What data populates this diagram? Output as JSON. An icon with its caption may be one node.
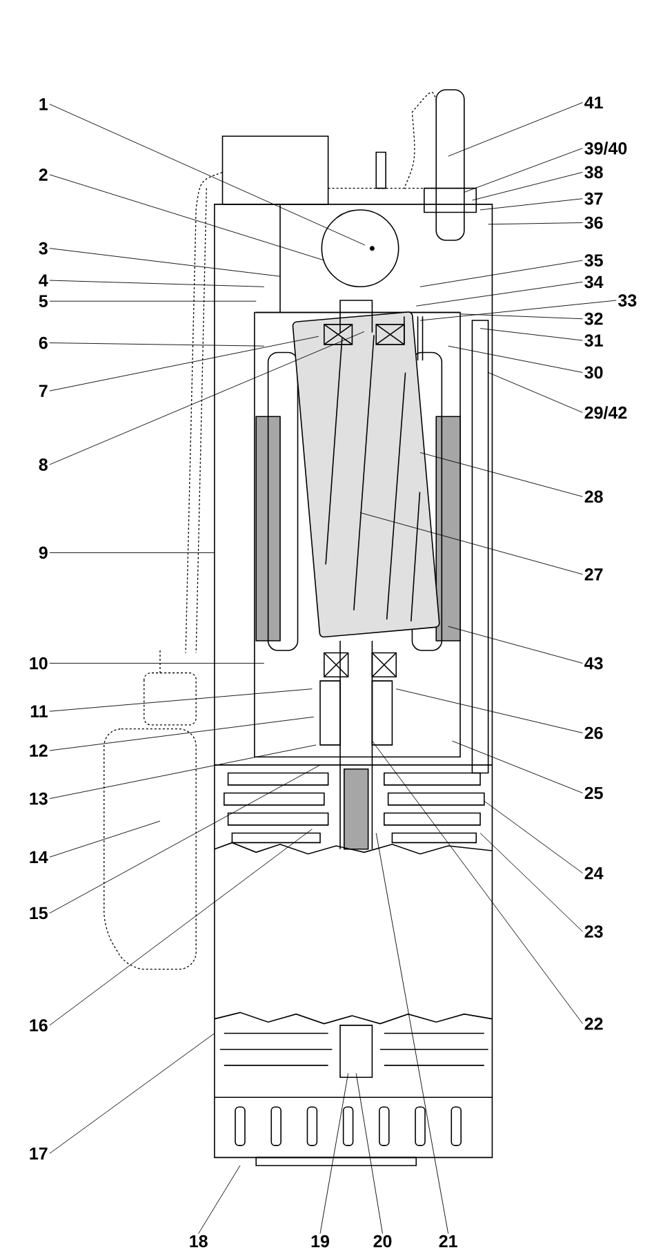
{
  "diagram": {
    "nodes": [
      {
        "text": [
          "1"
        ]
      },
      {
        "text": [
          "2"
        ]
      },
      {
        "text": [
          "3"
        ]
      },
      {
        "text": [
          "4"
        ]
      },
      {
        "text": [
          "5"
        ]
      },
      {
        "text": [
          "6"
        ]
      },
      {
        "text": [
          "7"
        ]
      },
      {
        "text": [
          "8"
        ]
      },
      {
        "text": [
          "9"
        ]
      },
      {
        "text": [
          "10"
        ]
      },
      {
        "text": [
          "11"
        ]
      },
      {
        "text": [
          "12"
        ]
      },
      {
        "text": [
          "13"
        ]
      },
      {
        "text": [
          "14"
        ]
      },
      {
        "text": [
          "15"
        ]
      },
      {
        "text": [
          "16"
        ]
      },
      {
        "text": [
          "17"
        ]
      },
      {
        "text": [
          "18"
        ]
      },
      {
        "text": [
          "19"
        ]
      },
      {
        "text": [
          "20"
        ]
      },
      {
        "text": [
          "21"
        ]
      },
      {
        "text": [
          "22"
        ]
      },
      {
        "text": [
          "23"
        ]
      },
      {
        "text": [
          "24"
        ]
      },
      {
        "text": [
          "25"
        ]
      },
      {
        "text": [
          "26"
        ]
      },
      {
        "text": [
          "27"
        ]
      },
      {
        "text": [
          "28"
        ]
      },
      {
        "text": [
          "29/42"
        ]
      },
      {
        "text": [
          "30"
        ]
      },
      {
        "text": [
          "31"
        ]
      },
      {
        "text": [
          "32"
        ]
      },
      {
        "text": [
          "33"
        ]
      },
      {
        "text": [
          "34"
        ]
      },
      {
        "text": [
          "35"
        ]
      },
      {
        "text": [
          "36"
        ]
      },
      {
        "text": [
          "37"
        ]
      },
      {
        "text": [
          "38"
        ]
      },
      {
        "text": [
          "39/40"
        ]
      },
      {
        "text": [
          "41"
        ]
      },
      {
        "text": [
          "43"
        ]
      }
    ],
    "edges": [
      {
        "from": 0,
        "to": null,
        "arrow": "none"
      },
      {
        "from": 1,
        "to": null,
        "arrow": "none"
      },
      {
        "from": 2,
        "to": null,
        "arrow": "none"
      },
      {
        "from": 3,
        "to": null,
        "arrow": "none"
      },
      {
        "from": 4,
        "to": null,
        "arrow": "none"
      },
      {
        "from": 5,
        "to": null,
        "arrow": "none"
      },
      {
        "from": 6,
        "to": null,
        "arrow": "none"
      },
      {
        "from": 7,
        "to": null,
        "arrow": "none"
      },
      {
        "from": 8,
        "to": null,
        "arrow": "none"
      },
      {
        "from": 9,
        "to": null,
        "arrow": "none"
      },
      {
        "from": 10,
        "to": null,
        "arrow": "none"
      },
      {
        "from": 11,
        "to": null,
        "arrow": "none"
      },
      {
        "from": 12,
        "to": null,
        "arrow": "none"
      },
      {
        "from": 13,
        "to": null,
        "arrow": "none"
      },
      {
        "from": 14,
        "to": null,
        "arrow": "none"
      },
      {
        "from": 15,
        "to": null,
        "arrow": "none"
      },
      {
        "from": 16,
        "to": null,
        "arrow": "none"
      },
      {
        "from": 17,
        "to": null,
        "arrow": "none"
      },
      {
        "from": 18,
        "to": null,
        "arrow": "none"
      },
      {
        "from": 19,
        "to": null,
        "arrow": "none"
      },
      {
        "from": 20,
        "to": null,
        "arrow": "none"
      },
      {
        "from": 21,
        "to": null,
        "arrow": "none"
      },
      {
        "from": 22,
        "to": null,
        "arrow": "none"
      },
      {
        "from": 23,
        "to": null,
        "arrow": "none"
      },
      {
        "from": 24,
        "to": null,
        "arrow": "none"
      },
      {
        "from": 25,
        "to": null,
        "arrow": "none"
      },
      {
        "from": 26,
        "to": null,
        "arrow": "none"
      },
      {
        "from": 27,
        "to": null,
        "arrow": "none"
      },
      {
        "from": 28,
        "to": null,
        "arrow": "none"
      },
      {
        "from": 29,
        "to": null,
        "arrow": "none"
      },
      {
        "from": 30,
        "to": null,
        "arrow": "none"
      },
      {
        "from": 31,
        "to": null,
        "arrow": "none"
      },
      {
        "from": 32,
        "to": null,
        "arrow": "none"
      },
      {
        "from": 33,
        "to": null,
        "arrow": "none"
      },
      {
        "from": 34,
        "to": null,
        "arrow": "none"
      },
      {
        "from": 35,
        "to": null,
        "arrow": "none"
      },
      {
        "from": 36,
        "to": null,
        "arrow": "none"
      },
      {
        "from": 37,
        "to": null,
        "arrow": "none"
      },
      {
        "from": 38,
        "to": null,
        "arrow": "none"
      },
      {
        "from": 39,
        "to": null,
        "arrow": "none"
      },
      {
        "from": 40,
        "to": null,
        "arrow": "none"
      }
    ]
  }
}
